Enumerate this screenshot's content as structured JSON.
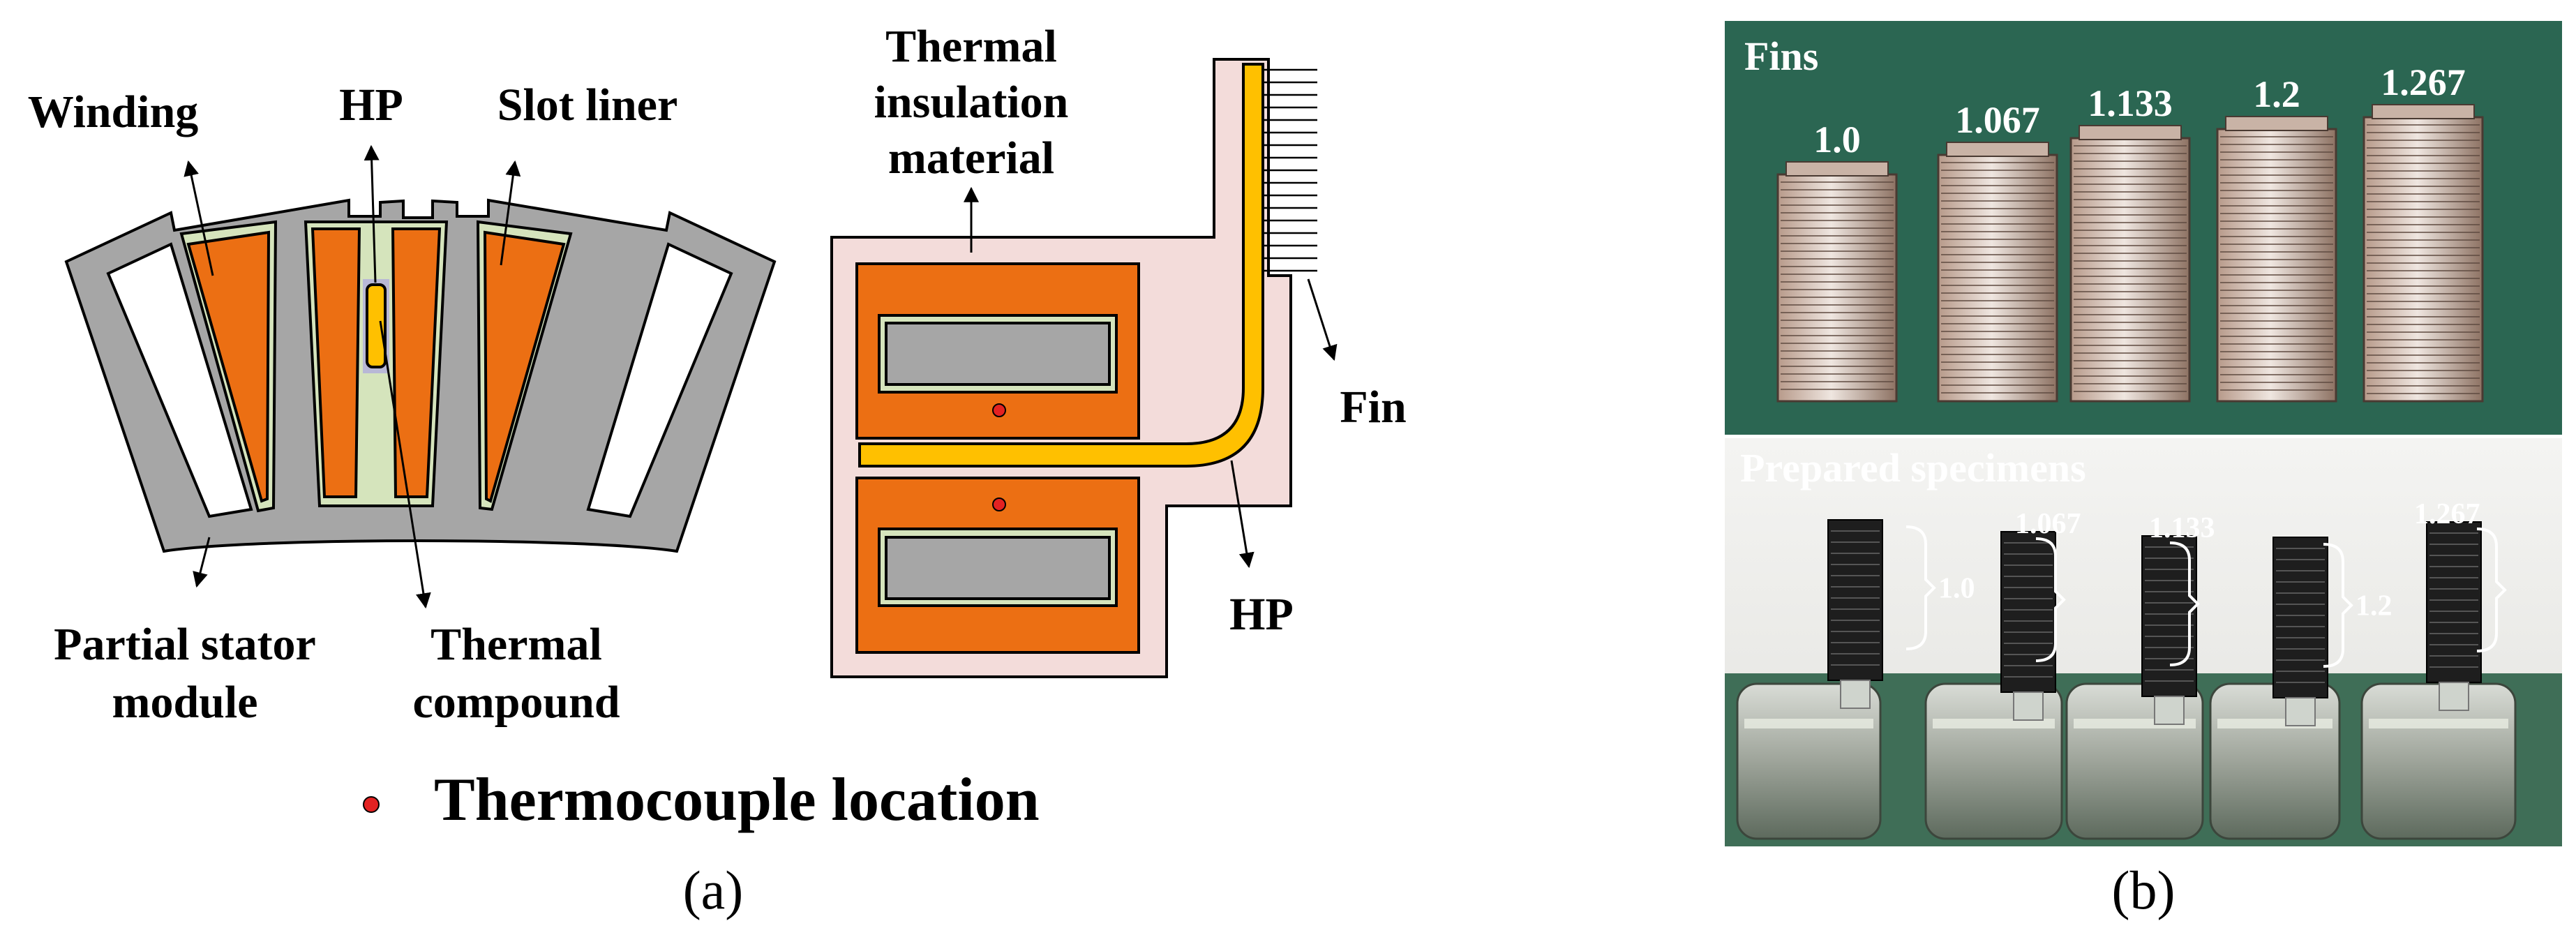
{
  "panel_a": {
    "stator": {
      "winding_label": "Winding",
      "hp_label": "HP",
      "slot_liner_label": "Slot liner",
      "stator_label_line1": "Partial stator",
      "stator_label_line2": "module",
      "compound_label_line1": "Thermal",
      "compound_label_line2": "compound"
    },
    "specimen": {
      "insulation_line1": "Thermal",
      "insulation_line2": "insulation",
      "insulation_line3": "material",
      "fin_label": "Fin",
      "hp_label": "HP"
    },
    "legend_text": "Thermocouple location",
    "caption": "(a)"
  },
  "panel_b": {
    "fins_title": "Fins",
    "fin_ratios": [
      "1.0",
      "1.067",
      "1.133",
      "1.2",
      "1.267"
    ],
    "specimens_title": "Prepared specimens",
    "specimen_ratios": [
      "1.0",
      "1.067",
      "1.133",
      "1.2",
      "1.267"
    ],
    "caption": "(b)"
  },
  "colors": {
    "winding": "#EC6F13",
    "core": "#A6A6A6",
    "heat_pipe": "#FFC000",
    "insulation": "#F3DCDA",
    "slot_liner": "#D5E4BC",
    "thermocouple": "#E32222",
    "photo_green": "#2F6D57"
  }
}
